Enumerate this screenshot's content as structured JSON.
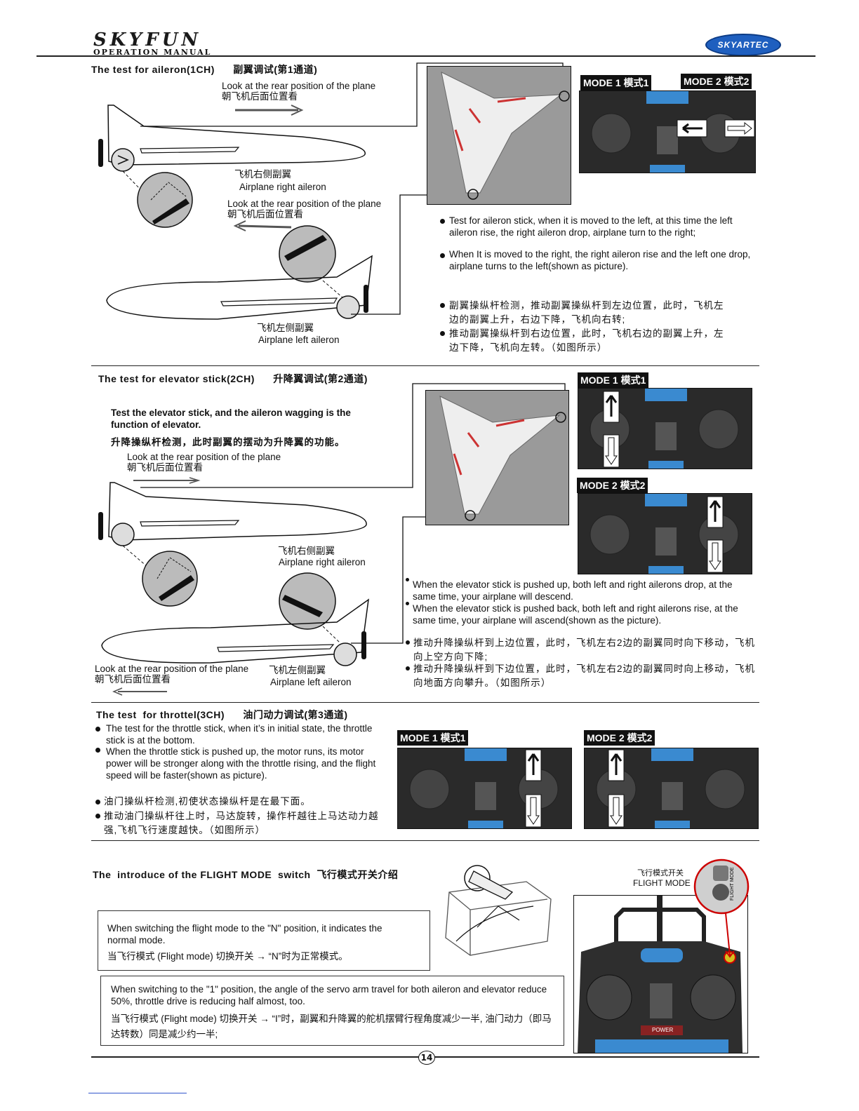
{
  "header": {
    "brand": "SKYFUN",
    "brand_sub": "OPERATION MANUAL",
    "logo": "SKYARTEC"
  },
  "aileron": {
    "title": "The test for aileron(1CH)      副翼调试(第1通道)",
    "look_rear_1_en": "Look at the rear position of the plane",
    "look_rear_1_cn": "朝飞机后面位置看",
    "right_aileron_cn": "飞机右侧副翼",
    "right_aileron_en": "Airplane right aileron",
    "look_rear_2_en": "Look at the rear position of the plane",
    "look_rear_2_cn": "朝飞机后面位置看",
    "left_aileron_cn": "飞机左侧副翼",
    "left_aileron_en": "Airplane left aileron",
    "mode1": "MODE 1 模式1",
    "mode2": "MODE 2 模式2",
    "bullets_en": [
      "Test for aileron stick, when it is moved to the left, at this time the left aileron rise, the right aileron drop, airplane turn to the right;",
      "When It is moved to the right, the right aileron rise and the left one drop, airplane turns to the left(shown as picture)."
    ],
    "bullets_cn": [
      "副翼操纵杆检测，推动副翼操纵杆到左边位置，此时，飞机左边的副翼上升，右边下降，飞机向右转;",
      "推动副翼操纵杆到右边位置，此时，飞机右边的副翼上升，左边下降，飞机向左转。（如图所示）"
    ]
  },
  "elevator": {
    "title": "The test for elevator stick(2CH)      升降翼调试(第2通道)",
    "intro_en": "Test the  elevator stick, and the aileron wagging is the function of elevator.",
    "intro_cn": "升降操纵杆检测，此时副翼的摆动为升降翼的功能。",
    "look_rear_1_en": "Look at the rear position of the plane",
    "look_rear_1_cn": "朝飞机后面位置看",
    "right_aileron_cn": "飞机右侧副翼",
    "right_aileron_en": "Airplane right aileron",
    "look_rear_2_en": "Look at the rear position of the plane",
    "look_rear_2_cn": "朝飞机后面位置看",
    "left_aileron_cn": "飞机左侧副翼",
    "left_aileron_en": "Airplane left aileron",
    "mode1": "MODE 1 模式1",
    "mode2": "MODE 2 模式2",
    "bullets_en": [
      "When the elevator stick is pushed up, both left and right ailerons drop, at the same time,  your airplane will descend.",
      "When the elevator stick is pushed back,  both left and right ailerons rise, at the same time,  your airplane will ascend(shown as the picture)."
    ],
    "bullets_cn": [
      "推动升降操纵杆到上边位置，此时，飞机左右2边的副翼同时向下移动，飞机向上空方向下降;",
      "推动升降操纵杆到下边位置，此时，飞机左右2边的副翼同时向上移动，飞机向地面方向攀升。（如图所示）"
    ]
  },
  "throttle": {
    "title": "The test  for throttel(3CH)      油门动力调试(第3通道)",
    "bullets_en": [
      "The test for the throttle stick, when it’s in initial state, the throttle stick is at the bottom.",
      "When the throttle stick is pushed up, the motor runs, its motor power will be stronger along with the throttle rising, and the flight speed will be faster(shown as picture)."
    ],
    "bullets_cn": [
      "油门操纵杆检测,初使状态操纵杆是在最下面。",
      "推动油门操纵杆往上时，马达旋转，操作杆越往上马达动力越强,飞机飞行速度越快。（如图所示）"
    ],
    "mode1": "MODE 1 模式1",
    "mode2": "MODE 2 模式2"
  },
  "flight_mode": {
    "title": "The  introduce of the FLIGHT MODE  switch  飞行模式开关介绍",
    "switch_cn": "飞行模式开关",
    "switch_en": "FLIGHT MODE",
    "box1_en": "When switching the flight mode to the \"N\" position, it indicates the normal mode.",
    "box1_cn": "当飞行模式 (Flight mode) 切换开关 → “N”时为正常模式。",
    "box2_en": "When switching to the \"1\" position, the angle of the servo arm travel for both aileron and elevator reduce 50%,  throttle drive is reducing half almost, too.",
    "box2_cn": "当飞行模式 (Flight mode) 切换开关 → “I”时，副翼和升降翼的舵机摆臂行程角度减少一半, 油门动力（即马达转数）同是减少约一半;",
    "tx_power": "POWER"
  },
  "page_number": "14"
}
